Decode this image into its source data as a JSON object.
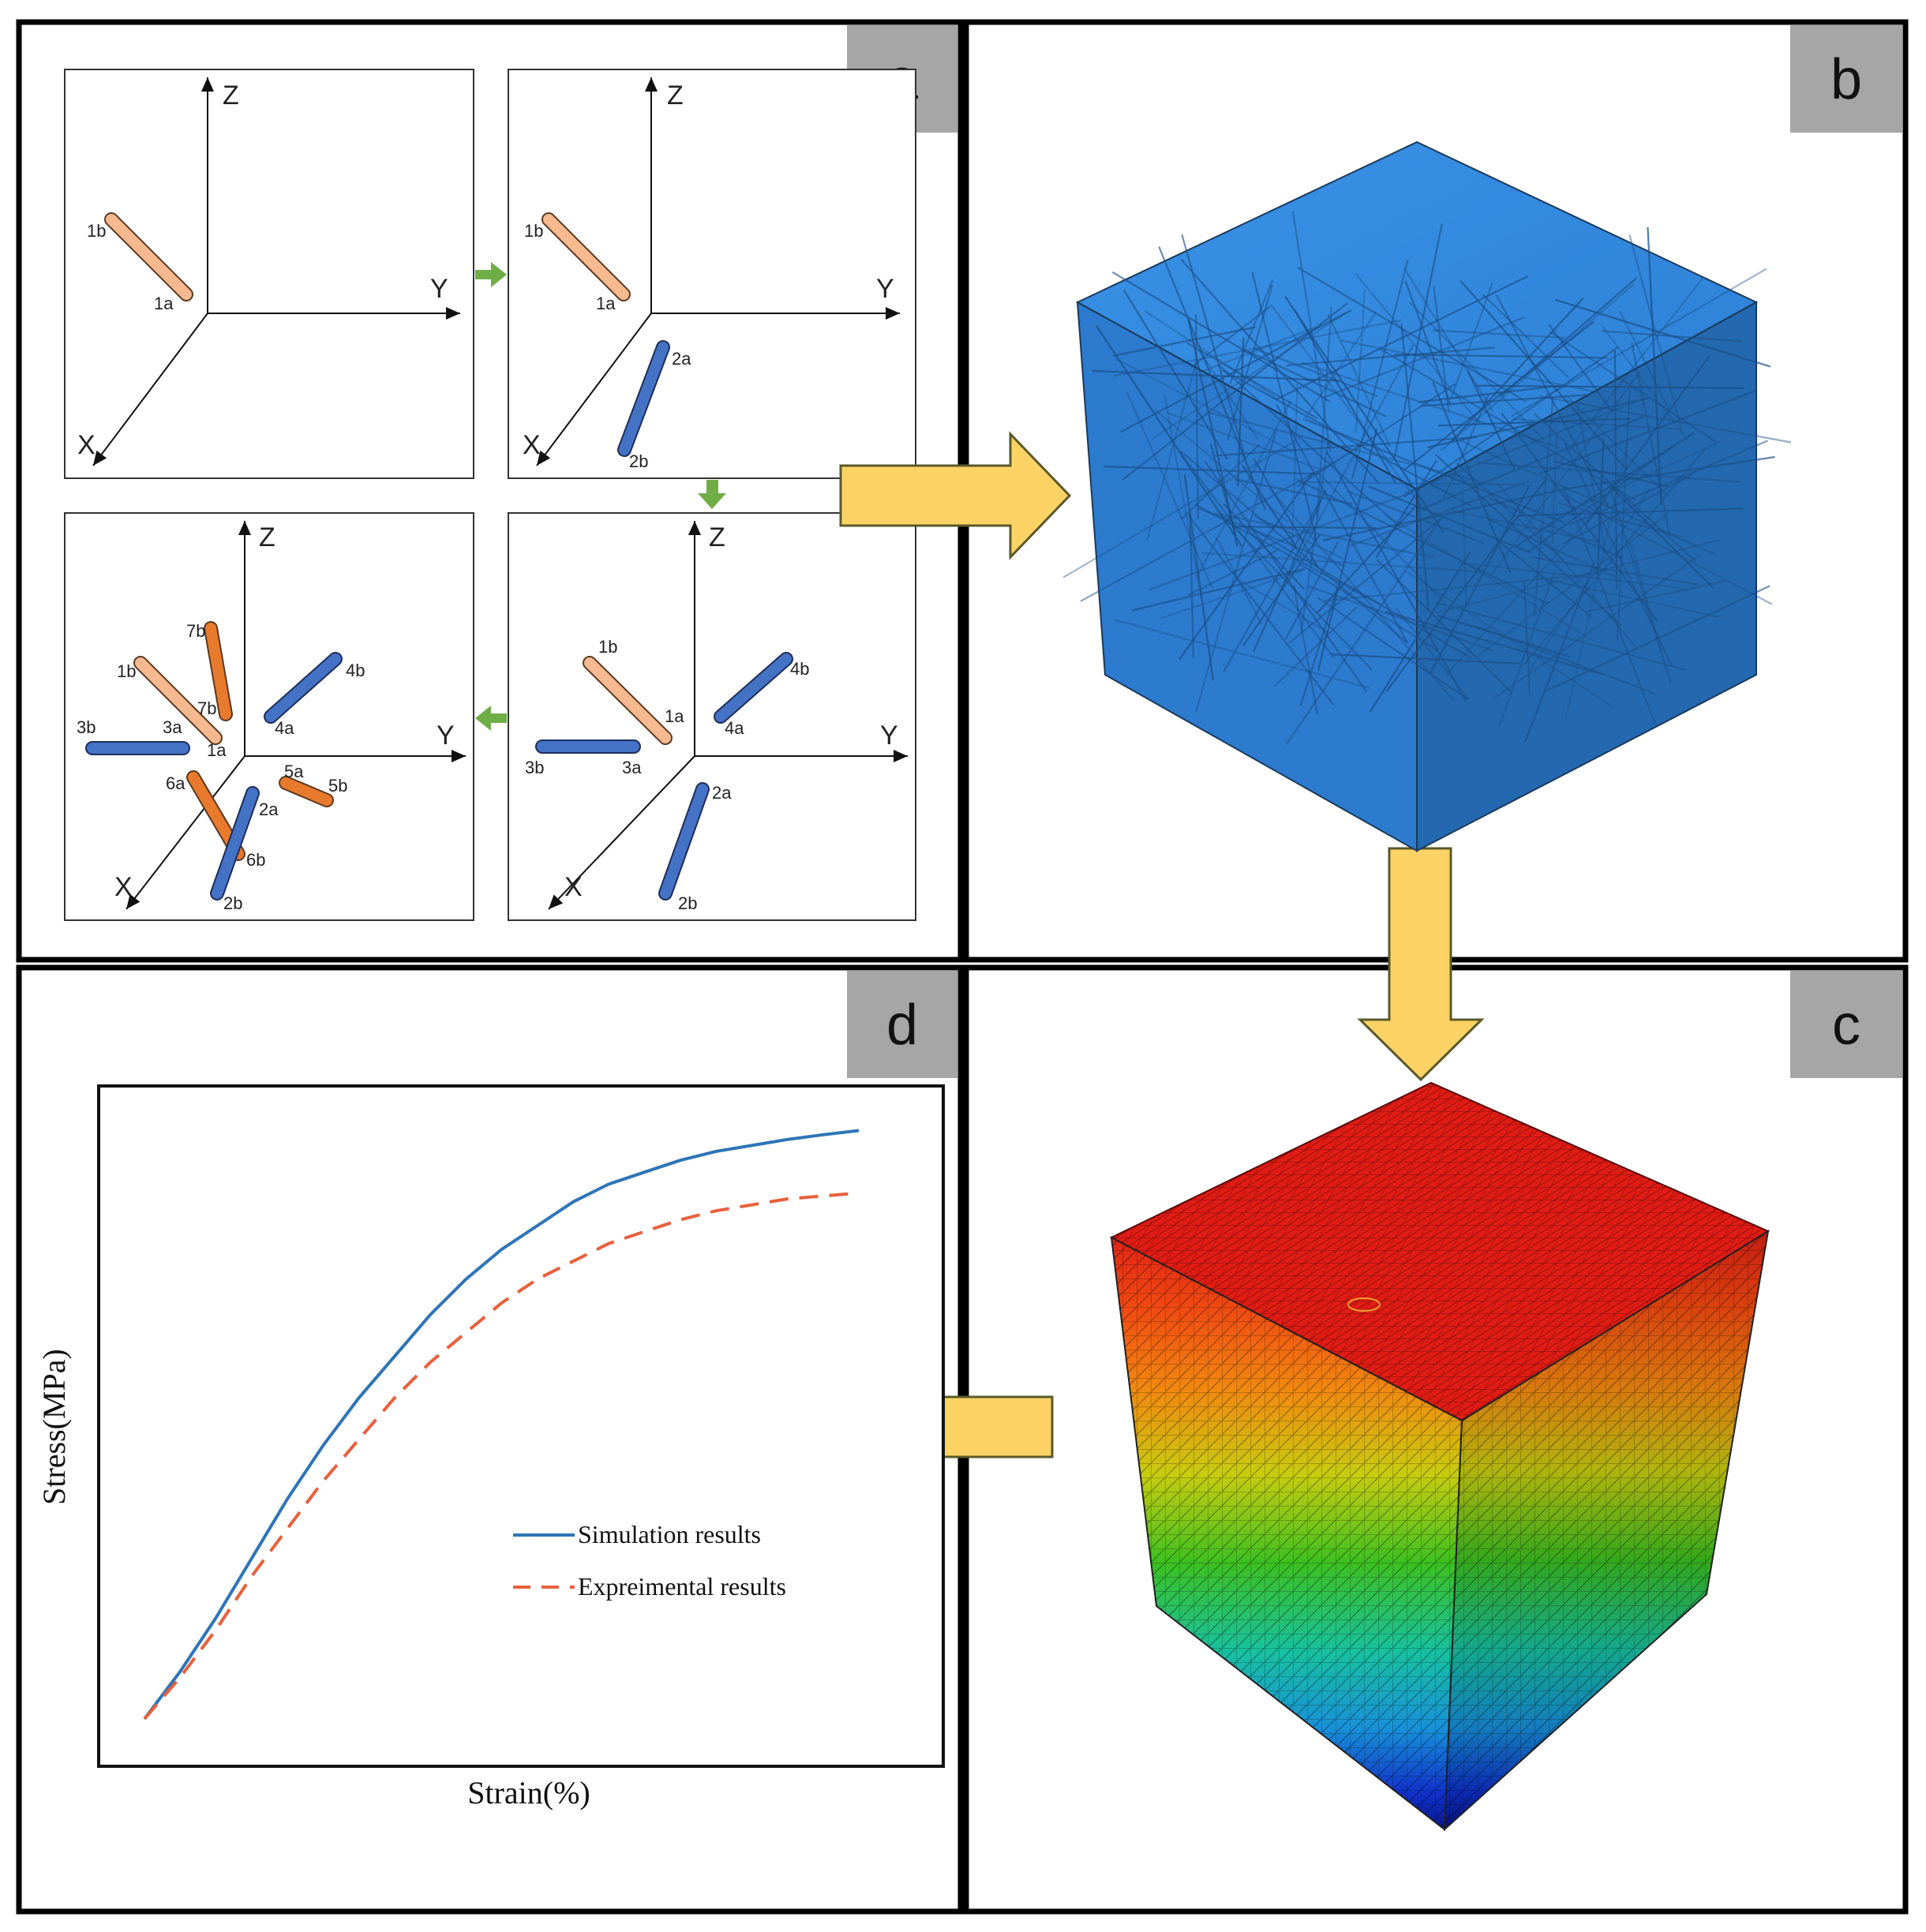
{
  "panels": {
    "a": {
      "letter": "a"
    },
    "b": {
      "letter": "b"
    },
    "c": {
      "letter": "c"
    },
    "d": {
      "letter": "d"
    }
  },
  "axes": {
    "x": "X",
    "y": "Y",
    "z": "Z"
  },
  "fiber_labels": {
    "f1a": "1a",
    "f1b": "1b",
    "f2a": "2a",
    "f2b": "2b",
    "f3a": "3a",
    "f3b": "3b",
    "f4a": "4a",
    "f4b": "4b",
    "f5a": "5a",
    "f5b": "5b",
    "f6a": "6a",
    "f6b": "6b",
    "f7a": "7b",
    "f7b": "7b"
  },
  "colors": {
    "fiber_light_orange": "#F7B98F",
    "fiber_orange": "#E87A2E",
    "fiber_blue": "#4472C4",
    "cube_blue": "#2E86DE",
    "arrow_yellow": "#FDD366",
    "arrow_green": "#70AD47",
    "sim_line": "#2E75B6",
    "exp_line": "#E8603C"
  },
  "chart_data": {
    "type": "line",
    "xlabel": "Strain(%)",
    "ylabel": "Stress(MPa)",
    "xlim": [
      0,
      1
    ],
    "ylim": [
      0,
      1
    ],
    "legend_position": "bottom-right",
    "series": [
      {
        "name": "Simulation results",
        "style": "solid",
        "x": [
          0,
          0.05,
          0.1,
          0.15,
          0.2,
          0.25,
          0.3,
          0.35,
          0.4,
          0.45,
          0.5,
          0.55,
          0.6,
          0.65,
          0.7,
          0.75,
          0.8,
          0.85,
          0.9,
          0.95,
          1.0
        ],
        "y": [
          0,
          0.08,
          0.17,
          0.27,
          0.37,
          0.46,
          0.54,
          0.61,
          0.68,
          0.74,
          0.79,
          0.83,
          0.87,
          0.9,
          0.92,
          0.94,
          0.955,
          0.965,
          0.975,
          0.983,
          0.99
        ]
      },
      {
        "name": "Expreimental results",
        "style": "dashed",
        "x": [
          0,
          0.05,
          0.1,
          0.15,
          0.2,
          0.25,
          0.3,
          0.35,
          0.4,
          0.45,
          0.5,
          0.55,
          0.6,
          0.65,
          0.7,
          0.75,
          0.8,
          0.85,
          0.9,
          0.95,
          1.0
        ],
        "y": [
          0,
          0.07,
          0.15,
          0.24,
          0.32,
          0.4,
          0.47,
          0.54,
          0.6,
          0.65,
          0.7,
          0.74,
          0.77,
          0.8,
          0.82,
          0.84,
          0.855,
          0.865,
          0.875,
          0.88,
          0.885
        ]
      }
    ]
  }
}
